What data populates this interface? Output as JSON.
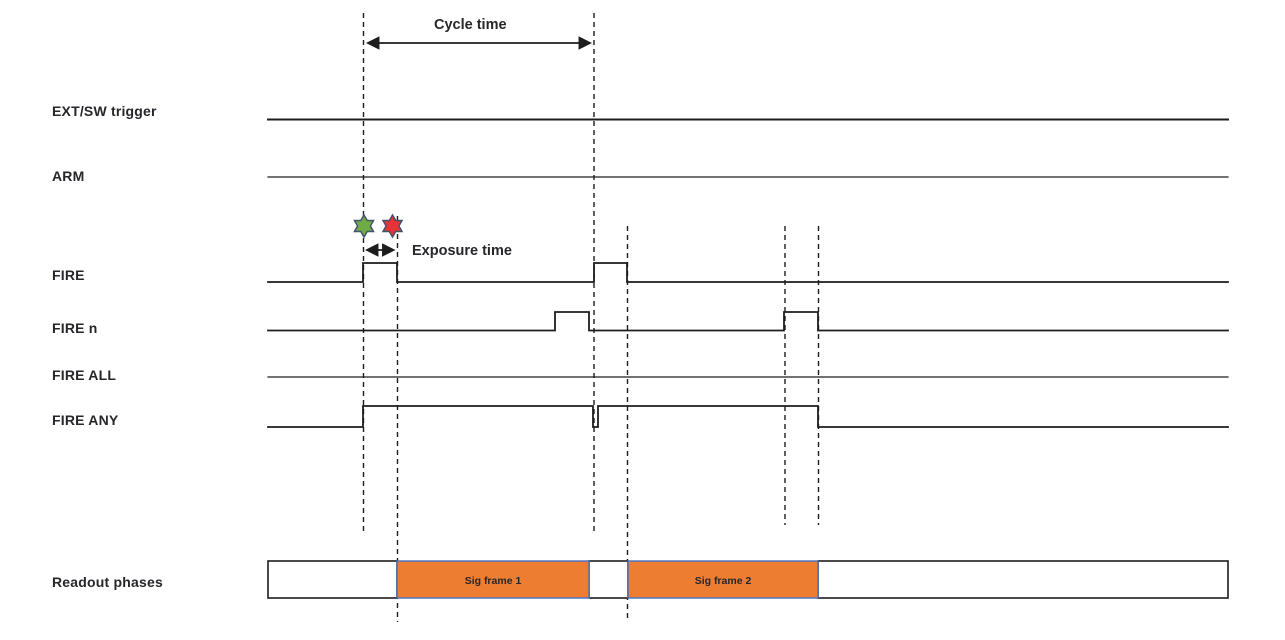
{
  "signals": {
    "ext_sw_trigger": {
      "label": "EXT/SW trigger",
      "shape": "flat"
    },
    "arm": {
      "label": "ARM",
      "shape": "flat"
    },
    "fire": {
      "label": "FIRE",
      "shape": "two pulses aligned with cycle starts"
    },
    "fire_n": {
      "label": "FIRE n",
      "shape": "two pulses just before each cycle end"
    },
    "fire_all": {
      "label": "FIRE ALL",
      "shape": "flat"
    },
    "fire_any": {
      "label": "FIRE ANY",
      "shape": "high from first FIRE rise to second FIRE n fall, brief low glitch at cycle boundary"
    },
    "readout_phases": {
      "label": "Readout phases"
    }
  },
  "annotations": {
    "cycle_time": "Cycle time",
    "exposure_time": "Exposure time"
  },
  "readout": {
    "segments": [
      {
        "label": "Sig frame 1"
      },
      {
        "label": "Sig frame 2"
      }
    ]
  },
  "icons": {
    "exposure_start": "green-star-icon",
    "exposure_end": "red-star-icon"
  },
  "colors": {
    "frame_fill": "#ED7D31",
    "frame_border": "#4472C4",
    "star_green": "#6FAC46",
    "star_red": "#E93238",
    "star_outline": "#44546A",
    "line": "#1d1d1d"
  }
}
